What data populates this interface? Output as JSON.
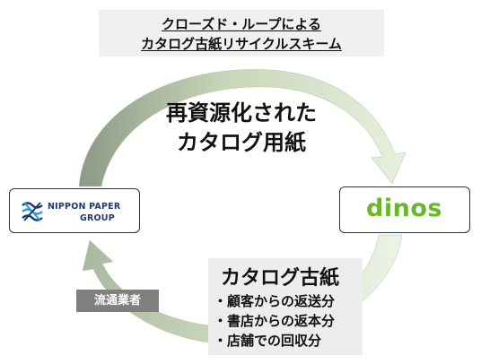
{
  "title": {
    "line1": "クローズド・ループによる",
    "line2": "カタログ古紙リサイクルスキーム"
  },
  "top_label": {
    "line1": "再資源化された",
    "line2": "カタログ用紙"
  },
  "nippon": {
    "line1": "NIPPON PAPER",
    "line2": "GROUP"
  },
  "dinos": {
    "logo_text": "dinos"
  },
  "distributor": {
    "label": "流通業者"
  },
  "waste_paper": {
    "title": "カタログ古紙",
    "items": [
      "・顧客からの返送分",
      "・書店からの返本分",
      "・店舗での回収分"
    ]
  },
  "colors": {
    "arrow_green": "#dde9cf",
    "arrow_edge": "#9fae94",
    "nippon_blue": "#1e3a6e",
    "dinos_green": "#6bb52c",
    "badge_gray": "#7f7f7f",
    "box_gray": "#ededed"
  }
}
